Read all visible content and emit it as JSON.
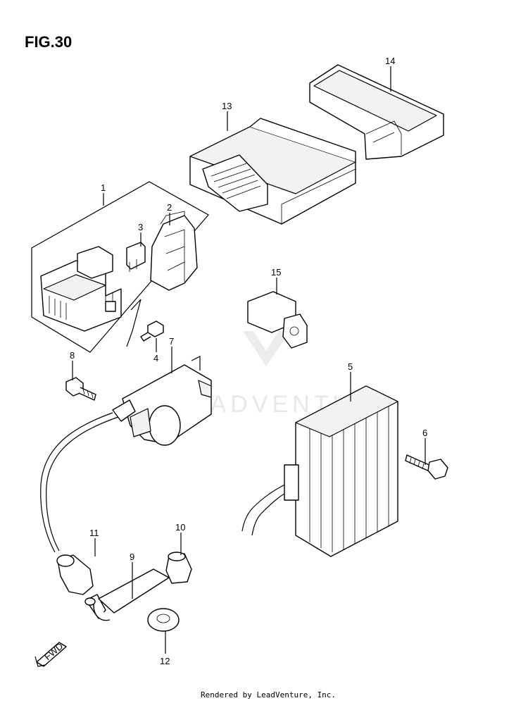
{
  "figure": {
    "title": "FIG.30"
  },
  "callouts": [
    {
      "id": "1",
      "label": "1"
    },
    {
      "id": "2",
      "label": "2"
    },
    {
      "id": "3",
      "label": "3"
    },
    {
      "id": "4",
      "label": "4"
    },
    {
      "id": "5",
      "label": "5"
    },
    {
      "id": "6",
      "label": "6"
    },
    {
      "id": "7",
      "label": "7"
    },
    {
      "id": "8",
      "label": "8"
    },
    {
      "id": "9",
      "label": "9"
    },
    {
      "id": "10",
      "label": "10"
    },
    {
      "id": "11",
      "label": "11"
    },
    {
      "id": "12",
      "label": "12"
    },
    {
      "id": "13",
      "label": "13"
    },
    {
      "id": "14",
      "label": "14"
    },
    {
      "id": "15",
      "label": "15"
    }
  ],
  "fwd_marker": {
    "label": "FWD"
  },
  "watermark": {
    "text": "LEADVENTURE"
  },
  "footer": {
    "text": "Rendered by LeadVenture, Inc."
  }
}
